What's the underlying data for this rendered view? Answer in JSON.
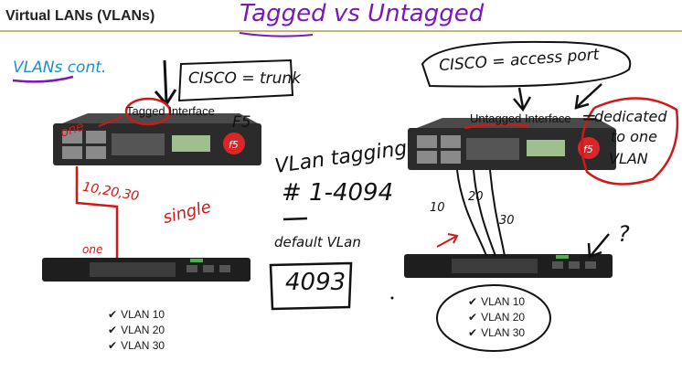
{
  "slide": {
    "title": "Virtual LANs (VLANs)",
    "handwritten_heading": "Tagged vs Untagged",
    "subtitle_note": "VLANs cont."
  },
  "left": {
    "cisco_note": "CISCO = trunk",
    "interface_label": "Tagged Interface",
    "one_note": "one",
    "device_label": "F5",
    "vlan_ids_note": "10,20,30",
    "single_note": "single",
    "one_port_note": "one",
    "vlans": [
      "VLAN 10",
      "VLAN 20",
      "VLAN 30"
    ]
  },
  "center": {
    "tagging_note": "VLan tagging",
    "range_note": "# 1-4094",
    "default_note": "default VLan",
    "default_value": "4093"
  },
  "right": {
    "cisco_note": "CISCO = access port",
    "interface_label": "Untagged Interface",
    "equals": "=",
    "dedicated_note": [
      "dedicated",
      "to one",
      "VLAN"
    ],
    "cable_labels": [
      "10",
      "20",
      "30"
    ],
    "question_mark": "?",
    "vlans": [
      "VLAN 10",
      "VLAN 20",
      "VLAN 30"
    ]
  },
  "colors": {
    "heading_ink": "#7a18b8",
    "note_ink": "#1a8fd0",
    "highlight_ink": "#d01818",
    "pen_ink": "#111111",
    "device_body": "#2b2b2b",
    "f5_logo": "#d8262a"
  }
}
